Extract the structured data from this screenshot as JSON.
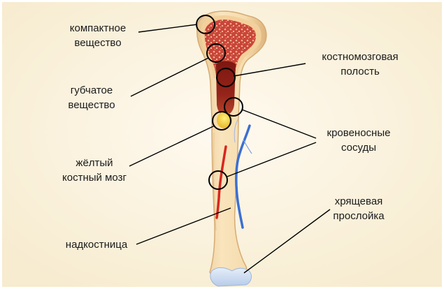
{
  "labels": {
    "compact_1": "компактное",
    "compact_2": "вещество",
    "spongy_1": "губчатое",
    "spongy_2": "вещество",
    "yellow_1": "жёлтый",
    "yellow_2": "костный мозг",
    "periosteum": "надкостница",
    "cavity_1": "костномозговая",
    "cavity_2": "полость",
    "vessels_1": "кровеносные",
    "vessels_2": "сосуды",
    "cartilage_1": "хрящевая",
    "cartilage_2": "прослойка"
  },
  "colors": {
    "background": "#fdf6e4",
    "bone": "#f6dcae",
    "bone_edge": "#d9b27c",
    "spongy": "#c9453a",
    "marrow_cavity": "#8e1e16",
    "yellow_marrow": "#f4c93a",
    "artery": "#d9261f",
    "vein": "#3c6fd1",
    "cartilage": "#cfe0f5"
  }
}
